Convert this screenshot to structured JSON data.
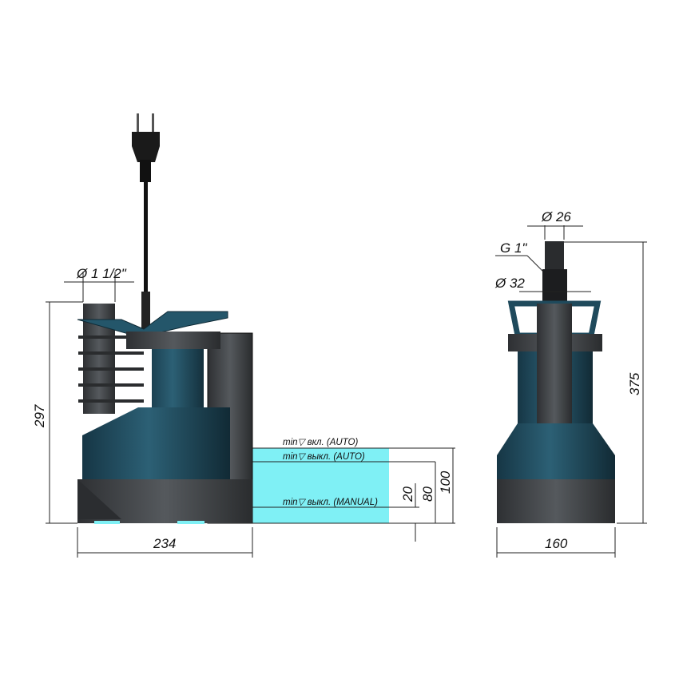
{
  "drawing": {
    "front_view": {
      "outlet_diameter": "Ø 1 1/2\"",
      "height": "297",
      "width": "234"
    },
    "water_levels": {
      "level_on_auto": "min▽ вкл. (AUTO)",
      "level_off_auto": "min▽ выкл. (AUTO)",
      "level_off_manual": "min▽ выкл. (MANUAL)",
      "dim_manual": "20",
      "dim_auto_off": "80",
      "dim_auto_on": "100"
    },
    "side_view": {
      "hose_diameter": "Ø 26",
      "thread": "G 1\"",
      "thread_diameter": "Ø 32",
      "height": "375",
      "width": "160"
    },
    "colors": {
      "body": "#1f4a5c",
      "base": "#3a3d40",
      "water": "#7ff0f5"
    }
  }
}
